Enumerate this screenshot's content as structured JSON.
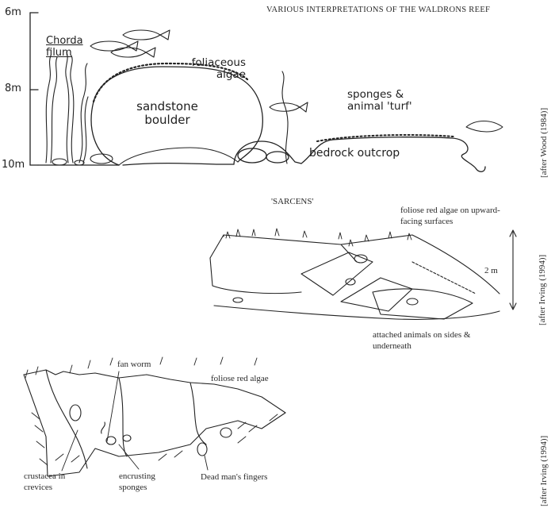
{
  "title": "VARIOUS INTERPRETATIONS OF THE WALDRONS REEF",
  "panel1": {
    "depth_labels": [
      "6m",
      "8m",
      "10m"
    ],
    "labels": {
      "chorda": "Chorda filum",
      "foliaceous": "foliaceous algae",
      "sandstone": "sandstone boulder",
      "sponges": "sponges & animal 'turf'",
      "bedrock": "bedrock outcrop"
    },
    "credit": "[after Wood (1984)]"
  },
  "panel2": {
    "heading": "'SARCENS'",
    "labels": {
      "foliose_red_upward": "foliose red algae on upward-facing surfaces",
      "scale": "2 m",
      "attached": "attached animals on sides & underneath"
    },
    "credit": "[after Irving (1994)]"
  },
  "panel3": {
    "labels": {
      "fan_worm": "fan worm",
      "foliose_red": "foliose red algae",
      "crustacea": "crustacea in crevices",
      "encrusting": "encrusting sponges",
      "dead_mans": "Dead man's fingers"
    },
    "credit": "[after Irving (1994)]"
  }
}
